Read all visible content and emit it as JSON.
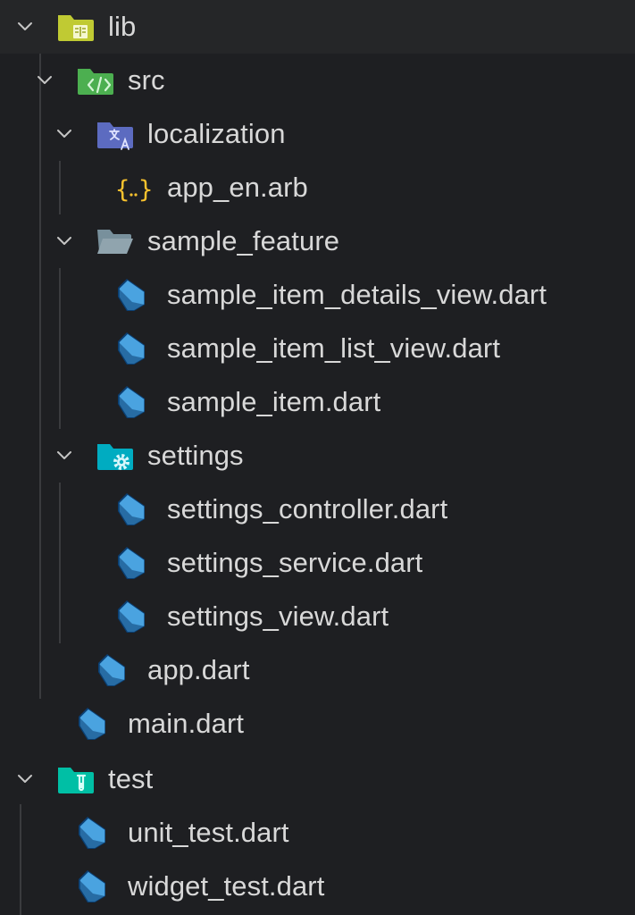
{
  "explorer": {
    "items": [
      {
        "label": "lib",
        "type": "folder",
        "expanded": true,
        "icon": "folder-lib-icon"
      },
      {
        "label": "src",
        "type": "folder",
        "expanded": true,
        "icon": "folder-src-icon"
      },
      {
        "label": "localization",
        "type": "folder",
        "expanded": true,
        "icon": "folder-localization-icon"
      },
      {
        "label": "app_en.arb",
        "type": "file",
        "icon": "json-braces-icon"
      },
      {
        "label": "sample_feature",
        "type": "folder",
        "expanded": true,
        "icon": "folder-open-icon"
      },
      {
        "label": "sample_item_details_view.dart",
        "type": "file",
        "icon": "dart-icon"
      },
      {
        "label": "sample_item_list_view.dart",
        "type": "file",
        "icon": "dart-icon"
      },
      {
        "label": "sample_item.dart",
        "type": "file",
        "icon": "dart-icon"
      },
      {
        "label": "settings",
        "type": "folder",
        "expanded": true,
        "icon": "folder-settings-icon"
      },
      {
        "label": "settings_controller.dart",
        "type": "file",
        "icon": "dart-icon"
      },
      {
        "label": "settings_service.dart",
        "type": "file",
        "icon": "dart-icon"
      },
      {
        "label": "settings_view.dart",
        "type": "file",
        "icon": "dart-icon"
      },
      {
        "label": "app.dart",
        "type": "file",
        "icon": "dart-icon"
      },
      {
        "label": "main.dart",
        "type": "file",
        "icon": "dart-icon"
      },
      {
        "label": "test",
        "type": "folder",
        "expanded": true,
        "icon": "folder-test-icon"
      },
      {
        "label": "unit_test.dart",
        "type": "file",
        "icon": "dart-icon"
      },
      {
        "label": "widget_test.dart",
        "type": "file",
        "icon": "dart-icon"
      }
    ]
  },
  "colors": {
    "background": "#1e1f22",
    "text": "#d8d8d8",
    "chevron": "#c5c5c5",
    "guide": "#3a3b3e",
    "dart_dark": "#0b3f73",
    "dart_light": "#4aa3e0",
    "folder_lib": "#c0ca33",
    "folder_src": "#4caf50",
    "folder_localization": "#5c6bc0",
    "folder_plain": "#90a4ae",
    "folder_settings": "#00acc1",
    "folder_test": "#00bfa5",
    "json_braces": "#f9c22e"
  }
}
